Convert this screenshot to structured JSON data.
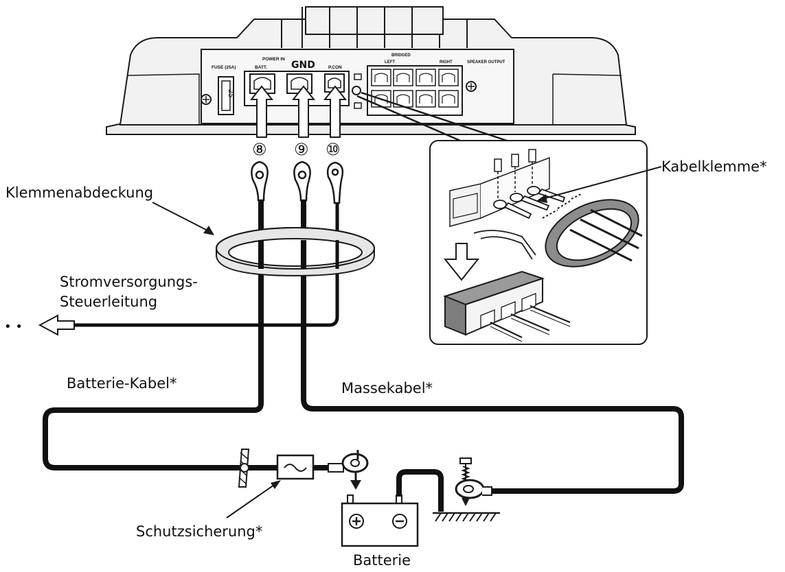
{
  "amplifier": {
    "fuse_label": "FUSE (25A)",
    "fuse_value": "25",
    "power_in_label": "POWER IN",
    "batt_label": "BATT.",
    "gnd_label": "GND",
    "premote_label": "P.CON",
    "bridged_label": "BRIDGED",
    "left_label": "LEFT",
    "right_label": "RIGHT",
    "speaker_output_label": "SPEAKER OUTPUT"
  },
  "terminals": [
    {
      "id": "8",
      "symbol": "⑧"
    },
    {
      "id": "9",
      "symbol": "⑨"
    },
    {
      "id": "10",
      "symbol": "⑩"
    }
  ],
  "labels": {
    "terminal_cover": "Klemmenabdeckung",
    "power_control_line1": "Stromversorgungs-",
    "power_control_line2": "Steuerleitung",
    "battery_cable": "Batterie-Kabel*",
    "ground_cable": "Massekabel*",
    "cable_clamp": "Kabelklemme*",
    "protection_fuse": "Schutzsicherung*",
    "battery": "Batterie",
    "ellipsis": "• •"
  },
  "colors": {
    "cable": "#111111",
    "outline": "#1a1a1a",
    "amp_fill": "#f2f2f2",
    "cover_fill": "#e6e6e6",
    "clamp_fill": "#8c8c8c"
  },
  "icons": [
    "arrow-up-icon",
    "arrow-left-icon",
    "arrow-down-icon",
    "ground-icon",
    "plus-icon",
    "minus-icon",
    "ring-terminal-icon"
  ]
}
